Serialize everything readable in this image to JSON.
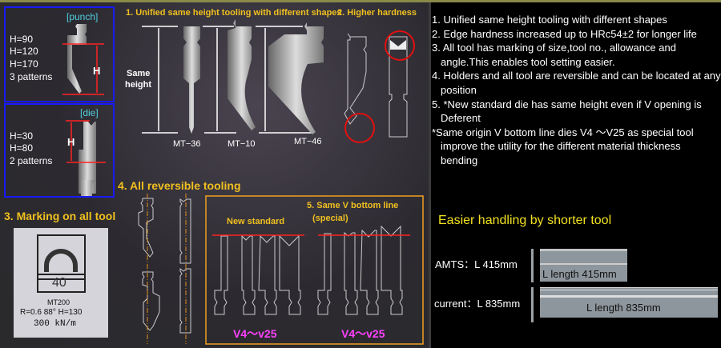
{
  "punch": {
    "label": "[punch]",
    "heights": [
      "H=90",
      "H=120",
      "H=170"
    ],
    "patterns": "3 patterns",
    "h": "H"
  },
  "die": {
    "label": "[die]",
    "heights": [
      "H=30",
      "H=80"
    ],
    "patterns": "2 patterns",
    "h": "H"
  },
  "section1": {
    "title": "1. Unified same height tooling with different shapes",
    "same_height": [
      "Same",
      "height"
    ],
    "models": [
      "MT−36",
      "MT−10",
      "MT−46"
    ]
  },
  "section2": {
    "title": "2. Higher hardness"
  },
  "section3": {
    "title": "3. Marking on all tool",
    "mark_number": "40",
    "mark_model": "MT200",
    "mark_spec": "R=0.6  88°  H=130",
    "mark_load": "300  kN/m"
  },
  "section4": {
    "title": "4. All reversible tooling"
  },
  "section5": {
    "title": "5. Same V bottom line",
    "special": "(special)",
    "new_standard": "New standard",
    "range_left": "V4〜v25",
    "range_right": "V4〜v25"
  },
  "features": [
    "1. Unified same height tooling with different shapes",
    "2. Edge hardness increased up to HRc54±2 for longer life",
    "3. All tool has marking of size,tool no., allowance and",
    "angle.This enables tool setting easier.",
    "4. Holders and all tool are reversible and can be located at any",
    "position",
    "5. *New standard die has same height even if V opening is",
    "Deferent",
    "*Same origin V bottom line dies V4 〜V25 as special tool",
    "improve the utility for  the different material thickness",
    "bending"
  ],
  "handling": {
    "title": "Easier handling by shorter tool",
    "amts_label": "AMTS：L 415mm",
    "amts_bar": "L length 415mm",
    "current_label": "current：L 835mm",
    "current_bar": "L length 835mm"
  },
  "colors": {
    "accent_yellow": "#f0c020",
    "box_blue": "#1a1aff",
    "orange": "#f0a020",
    "magenta": "#ff40ff",
    "red": "#ff2020"
  }
}
